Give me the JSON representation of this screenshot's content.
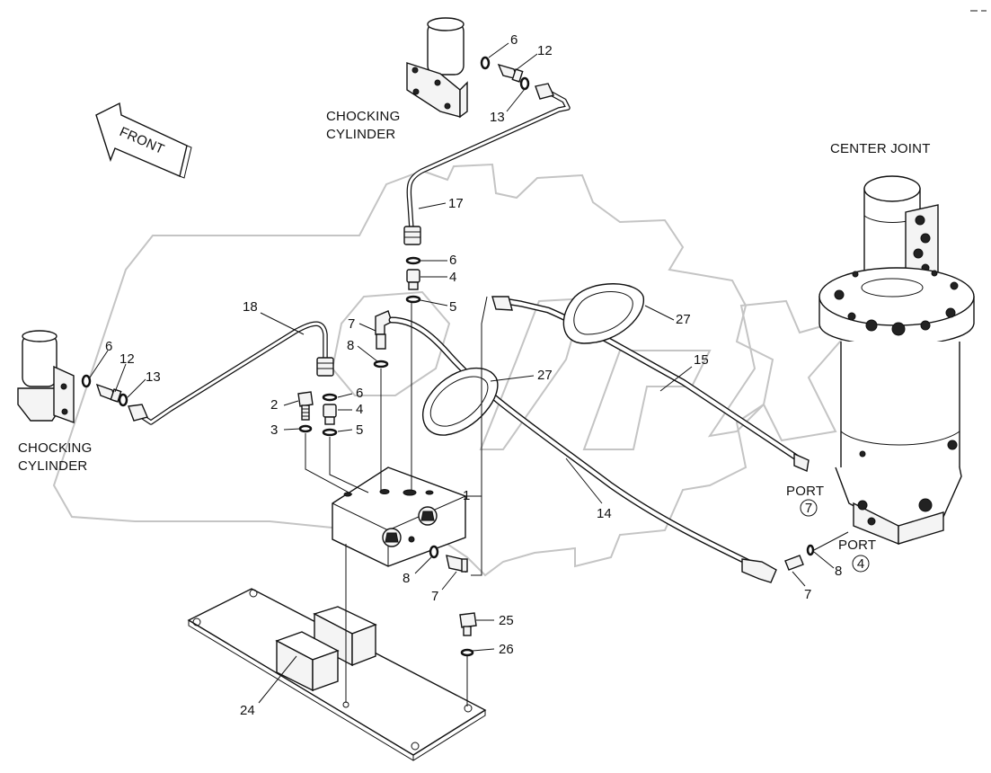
{
  "captions": {
    "front": "FRONT",
    "chocking_top_line1": "CHOCKING",
    "chocking_top_line2": "CYLINDER",
    "chocking_left_line1": "CHOCKING",
    "chocking_left_line2": "CYLINDER",
    "center_joint": "CENTER JOINT",
    "port_a": "PORT",
    "port_a_num": "7",
    "port_b": "PORT",
    "port_b_num": "4"
  },
  "labels": {
    "p6_top": "6",
    "p12_top": "12",
    "p13_top": "13",
    "p17": "17",
    "p6_mid": "6",
    "p4_mid": "4",
    "p5_mid": "5",
    "p18": "18",
    "p6_left": "6",
    "p12_left": "12",
    "p13_left": "13",
    "p7_a": "7",
    "p8_a": "8",
    "p2": "2",
    "p3": "3",
    "p6_b": "6",
    "p4_b": "4",
    "p5_b": "5",
    "p27_a": "27",
    "p27_b": "27",
    "p15": "15",
    "p14": "14",
    "p1": "1",
    "p8_b": "8",
    "p7_b": "7",
    "p7_c": "7",
    "p8_c": "8",
    "p25": "25",
    "p26": "26",
    "p24": "24"
  },
  "colors": {
    "line": "#111111",
    "watermark": "#c4c4c4",
    "background": "#ffffff"
  }
}
